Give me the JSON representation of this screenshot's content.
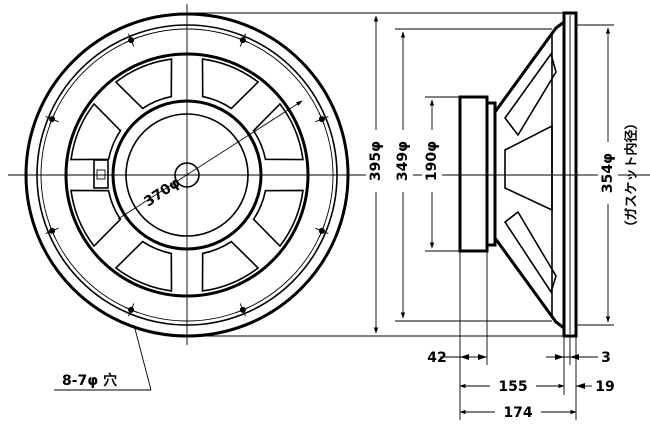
{
  "labels": {
    "outer_diameter": "395φ",
    "mounting_diameter": "349φ",
    "magnet_diameter": "190φ",
    "bolt_circle": "370φ",
    "gasket_diameter": "354φ",
    "gasket_note": "（ガスケット内径）",
    "holes": "8-7φ 穴",
    "dim_42": "42",
    "dim_3": "3",
    "dim_155": "155",
    "dim_19": "19",
    "dim_174": "174"
  }
}
